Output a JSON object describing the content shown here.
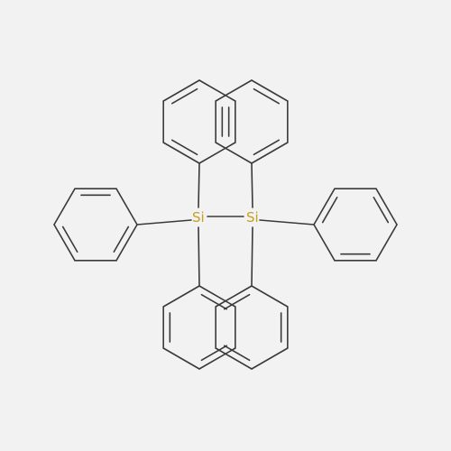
{
  "colors": {
    "background": "#f2f2f2",
    "bond": "#3a3a3a",
    "silicon": "#c8a020"
  },
  "molecule": {
    "atoms": [
      {
        "id": "si1",
        "element": "Si",
        "label": "Si"
      },
      {
        "id": "si2",
        "element": "Si",
        "label": "Si"
      }
    ],
    "phenyl_groups": [
      {
        "id": "ph-left",
        "attached_to": "si1"
      },
      {
        "id": "ph-upper-left",
        "attached_to": "si1"
      },
      {
        "id": "ph-lower-left",
        "attached_to": "si1"
      },
      {
        "id": "ph-right",
        "attached_to": "si2"
      },
      {
        "id": "ph-upper-right",
        "attached_to": "si2"
      },
      {
        "id": "ph-lower-right",
        "attached_to": "si2"
      }
    ]
  }
}
